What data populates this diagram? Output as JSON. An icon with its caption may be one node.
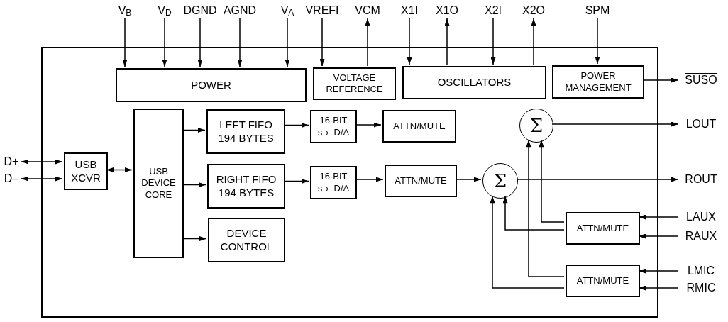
{
  "diagram": {
    "nodes": [
      {
        "text": [],
        "shape": "box"
      },
      {
        "text": [
          "V$_{B}$"
        ]
      },
      {
        "text": [
          "V$_{D}$"
        ]
      },
      {
        "text": [
          "DGND"
        ]
      },
      {
        "text": [
          "AGND"
        ]
      },
      {
        "text": [
          "V$_{A}$"
        ]
      },
      {
        "text": [
          "VREFI"
        ]
      },
      {
        "text": [
          "VCM"
        ]
      },
      {
        "text": [
          "X1I"
        ]
      },
      {
        "text": [
          "X1O"
        ]
      },
      {
        "text": [
          "X2I"
        ]
      },
      {
        "text": [
          "X2O"
        ]
      },
      {
        "text": [
          "SPM"
        ]
      },
      {
        "text": [
          "POWER"
        ],
        "in": 0
      },
      {
        "text": [
          "VOLTAGE REFERENCE"
        ],
        "in": 0
      },
      {
        "text": [
          "OSCILLATORS"
        ],
        "in": 0
      },
      {
        "text": [
          "POWER MANAGEMENT"
        ],
        "in": 0
      },
      {
        "text": [
          "SUSO"
        ]
      },
      {
        "text": [
          "D+"
        ]
      },
      {
        "text": [
          "D–"
        ]
      },
      {
        "text": [
          "USB XCVR"
        ],
        "in": 0
      },
      {
        "text": [
          "USB DEVICE CORE"
        ],
        "in": 0
      },
      {
        "text": [
          "LEFT FIFO 194 BYTES"
        ],
        "in": 0
      },
      {
        "text": [
          "16-BIT",
          "SD",
          "D/A"
        ],
        "in": 0
      },
      {
        "text": [
          "ATTN/MUTE"
        ],
        "in": 0
      },
      {
        "text": [
          "Σ"
        ],
        "in": 0
      },
      {
        "text": [
          "LOUT"
        ]
      },
      {
        "text": [
          "RIGHT FIFO 194 BYTES"
        ],
        "in": 0
      },
      {
        "text": [
          "16-BIT",
          "SD",
          "D/A"
        ],
        "in": 0
      },
      {
        "text": [
          "ATTN/MUTE"
        ],
        "in": 0
      },
      {
        "text": [
          "Σ"
        ],
        "in": 0
      },
      {
        "text": [
          "ROUT"
        ]
      },
      {
        "text": [
          "DEVICE CONTROL"
        ],
        "in": 0
      },
      {
        "text": [
          "ATTN/MUTE"
        ],
        "in": 0
      },
      {
        "text": [
          "LAUX"
        ]
      },
      {
        "text": [
          "RAUX"
        ]
      },
      {
        "text": [
          "ATTN/MUTE"
        ],
        "in": 0
      },
      {
        "text": [
          "LMIC"
        ]
      },
      {
        "text": [
          "RMIC"
        ]
      }
    ],
    "edges": [
      {
        "from": 1,
        "to": 13,
        "arrow": "to"
      },
      {
        "from": 2,
        "to": 13,
        "arrow": "to"
      },
      {
        "from": 3,
        "to": 13,
        "arrow": "to"
      },
      {
        "from": 4,
        "to": 13,
        "arrow": "to"
      },
      {
        "from": 5,
        "to": 13,
        "arrow": "to"
      },
      {
        "from": 6,
        "to": 14,
        "arrow": "to"
      },
      {
        "from": 14,
        "to": 7,
        "arrow": "to"
      },
      {
        "from": 8,
        "to": 15,
        "arrow": "to"
      },
      {
        "from": 15,
        "to": 9,
        "arrow": "to"
      },
      {
        "from": 10,
        "to": 15,
        "arrow": "to"
      },
      {
        "from": 15,
        "to": 11,
        "arrow": "to"
      },
      {
        "from": 12,
        "to": 16,
        "arrow": "to"
      },
      {
        "from": 16,
        "to": 17,
        "arrow": "to"
      },
      {
        "from": 18,
        "to": 20,
        "arrow": "both"
      },
      {
        "from": 19,
        "to": 20,
        "arrow": "both"
      },
      {
        "from": 20,
        "to": 21,
        "arrow": "both"
      },
      {
        "from": 21,
        "to": 22,
        "arrow": "to"
      },
      {
        "from": 21,
        "to": 27,
        "arrow": "to"
      },
      {
        "from": 21,
        "to": 32,
        "arrow": "to"
      },
      {
        "from": 22,
        "to": 23,
        "arrow": "to"
      },
      {
        "from": 23,
        "to": 24,
        "arrow": "to"
      },
      {
        "from": 25,
        "to": 26,
        "arrow": "to"
      },
      {
        "from": 27,
        "to": 28,
        "arrow": "to"
      },
      {
        "from": 28,
        "to": 29,
        "arrow": "to"
      },
      {
        "from": 29,
        "to": 30,
        "arrow": "to"
      },
      {
        "from": 30,
        "to": 31,
        "arrow": "to"
      },
      {
        "from": 33,
        "to": 25,
        "arrow": "to"
      },
      {
        "from": 33,
        "to": 30,
        "arrow": "to"
      },
      {
        "from": 36,
        "to": 25,
        "arrow": "to"
      },
      {
        "from": 36,
        "to": 30,
        "arrow": "to"
      },
      {
        "from": 34,
        "to": 33,
        "arrow": "to"
      },
      {
        "from": 35,
        "to": 33,
        "arrow": "to"
      },
      {
        "from": 37,
        "to": 36,
        "arrow": "to"
      },
      {
        "from": 38,
        "to": 36,
        "arrow": "to"
      }
    ]
  }
}
